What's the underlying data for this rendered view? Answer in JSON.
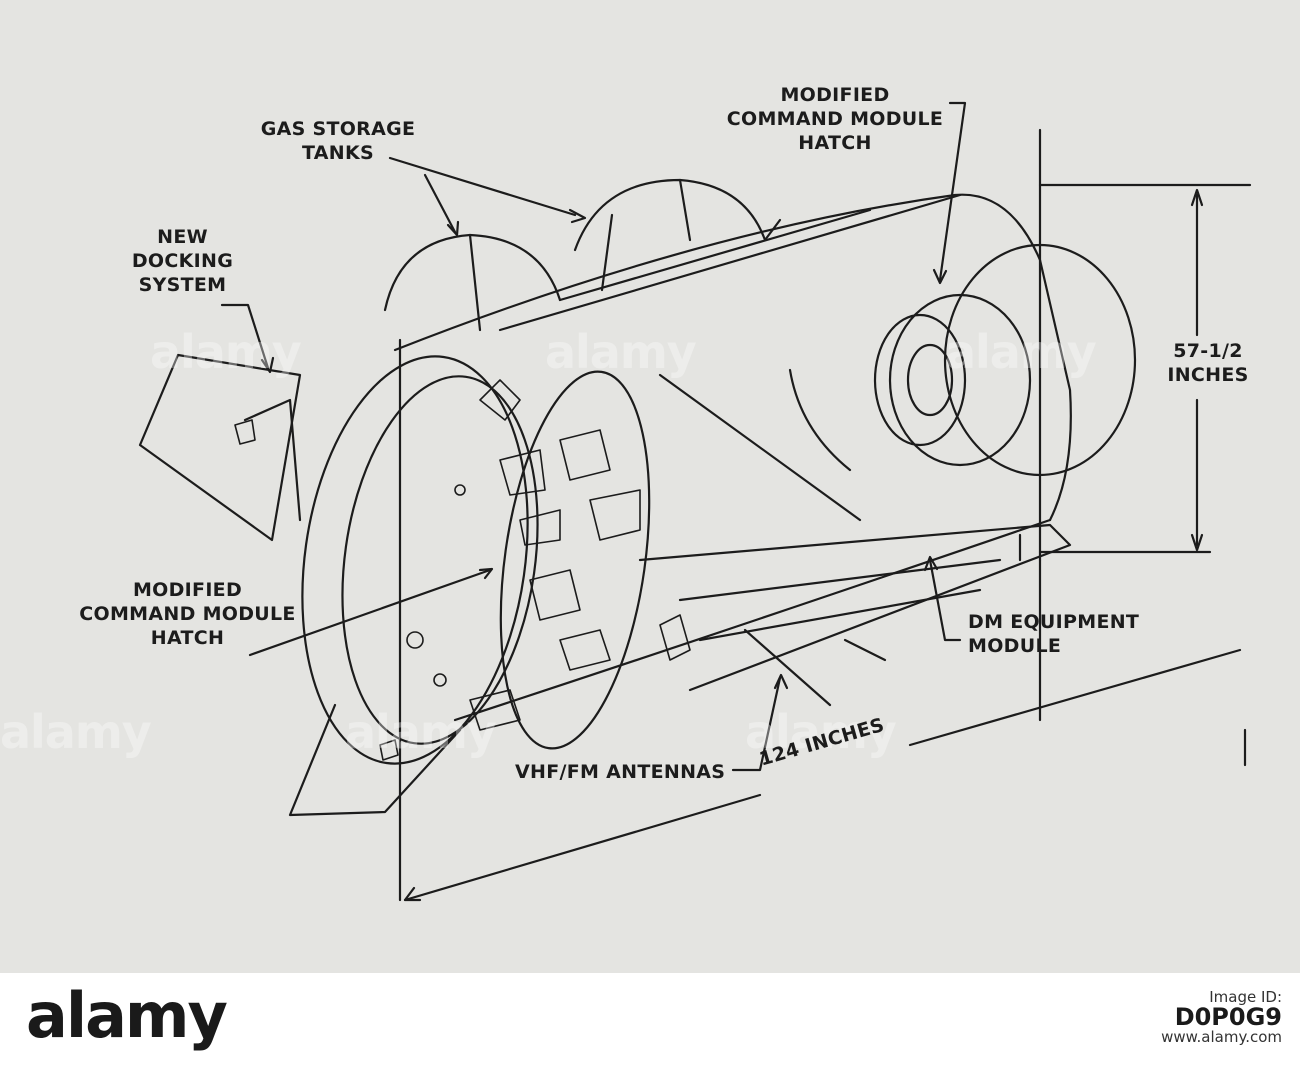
{
  "labels": {
    "gas_storage_tanks": "GAS STORAGE\nTANKS",
    "new_docking_system": "NEW\nDOCKING\nSYSTEM",
    "modified_hatch_top": "MODIFIED\nCOMMAND MODULE\nHATCH",
    "modified_hatch_left": "MODIFIED\nCOMMAND MODULE\nHATCH",
    "height_dimension": "57-1/2\nINCHES",
    "dm_equipment_module": "DM EQUIPMENT\nMODULE",
    "vhf_fm_antennas": "VHF/FM ANTENNAS",
    "length_dimension": "124 INCHES"
  },
  "watermark": "alamy",
  "footer": {
    "brand": "alamy",
    "image_id_label": "Image ID:",
    "image_id": "D0P0G9",
    "site": "www.alamy.com"
  },
  "colors": {
    "background": "#e4e4e1",
    "ink": "#1c1c1c",
    "footer_bg": "#ffffff"
  }
}
